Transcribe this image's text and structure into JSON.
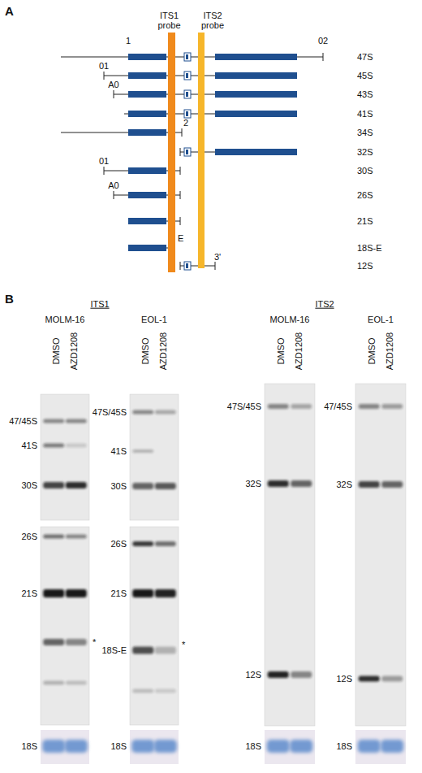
{
  "diagram": {
    "nodes": [
      {
        "text": [
          "ITS1 probe"
        ]
      },
      {
        "text": [
          "ITS2 probe"
        ]
      }
    ],
    "labels": [
      "A",
      "1",
      "02",
      "47S",
      "01",
      "45S",
      "A0",
      "43S",
      "41S",
      "2",
      "34S",
      "32S",
      "01",
      "30S",
      "A0",
      "26S",
      "21S",
      "E",
      "18S-E",
      "3'",
      "12S",
      "B",
      "ITS1",
      "ITS2",
      "MOLM-16",
      "DMSO",
      "AZD1208",
      "EOL-1",
      "DMSO",
      "AZD1208",
      "MOLM-16",
      "DMSO",
      "AZD1208",
      "EOL-1",
      "DMSO",
      "AZD1208",
      "47/45S",
      "41S",
      "30S",
      "26S",
      "21S",
      "*",
      "18S",
      "47S/45S",
      "41S",
      "30S",
      "26S",
      "21S",
      "18S-E",
      "*",
      "18S",
      "47S/45S",
      "32S",
      "12S",
      "18S",
      "47/45S",
      "32S",
      "12S",
      "18S"
    ]
  }
}
